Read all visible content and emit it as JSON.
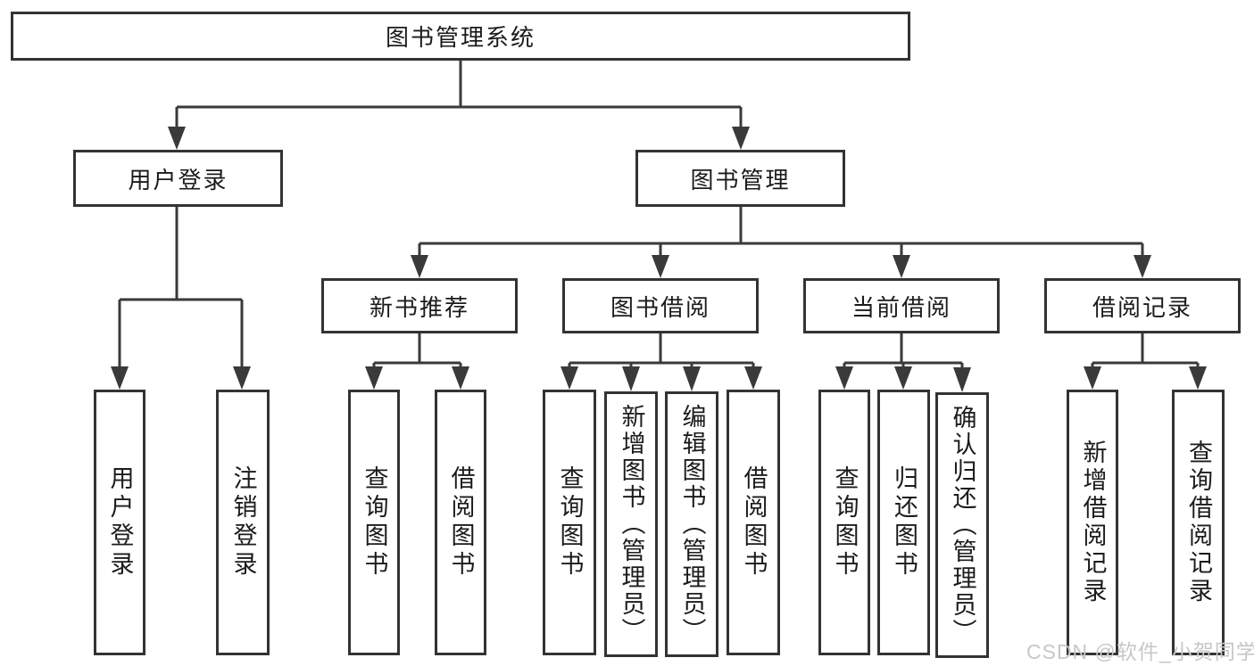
{
  "tree": {
    "root": "图书管理系统",
    "login": {
      "label": "用户登录",
      "children": [
        "用户登录",
        "注销登录"
      ]
    },
    "management": {
      "label": "图书管理",
      "groups": [
        {
          "label": "新书推荐",
          "children": [
            "查询图书",
            "借阅图书"
          ]
        },
        {
          "label": "图书借阅",
          "children": [
            "查询图书",
            "新增图书（管理员）",
            "编辑图书（管理员）",
            "借阅图书"
          ]
        },
        {
          "label": "当前借阅",
          "children": [
            "查询图书",
            "归还图书",
            "确认归还（管理员）"
          ]
        },
        {
          "label": "借阅记录",
          "children": [
            "新增借阅记录",
            "查询借阅记录"
          ]
        }
      ]
    }
  },
  "watermark": {
    "text": "CSDN @软件_小贺同学"
  },
  "colors": {
    "line": "#3a3a3a",
    "box_border": "#333333",
    "text": "#1b1b1b",
    "watermark": "#c7c7c7",
    "background": "#ffffff"
  }
}
